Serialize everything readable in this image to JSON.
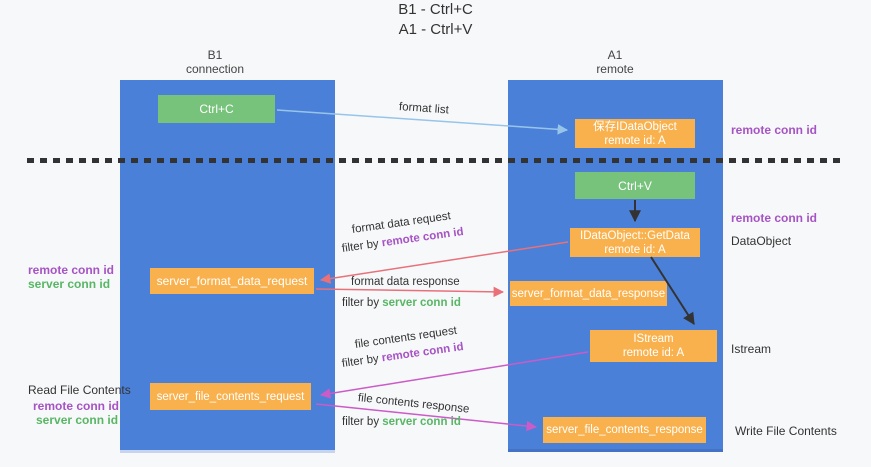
{
  "title": {
    "line1": "B1 - Ctrl+C",
    "line2": "A1 - Ctrl+V"
  },
  "lanes": {
    "left": {
      "header": [
        "B1",
        "connection"
      ]
    },
    "right": {
      "header": [
        "A1",
        "remote"
      ]
    }
  },
  "nodes": {
    "ctrl_c": {
      "label": "Ctrl+C"
    },
    "ctrl_v": {
      "label": "Ctrl+V"
    },
    "save_dataobject": {
      "line1": "保存IDataObject",
      "line2": "remote id: A"
    },
    "getdata": {
      "line1": "IDataObject::GetData",
      "line2": "remote id: A"
    },
    "istream": {
      "line1": "IStream",
      "line2": "remote id: A"
    },
    "format_request": {
      "label": "server_format_data_request"
    },
    "format_response": {
      "label": "server_format_data_response"
    },
    "file_request": {
      "label": "server_file_contents_request"
    },
    "file_response": {
      "label": "server_file_contents_response"
    }
  },
  "arrow_labels": {
    "format_list": "format list",
    "format_data_request": "format data request",
    "format_data_response": "format data response",
    "file_contents_request": "file contents request",
    "file_contents_response": "file contents response",
    "filter_prefix": "filter by ",
    "remote_conn_id": "remote conn id",
    "server_conn_id": "server conn id"
  },
  "side_labels": {
    "right_remote_conn_id_top": "remote conn id",
    "right_remote_conn_id_mid": "remote conn id",
    "dataobject": "DataObject",
    "istream": "Istream",
    "write_file_contents": "Write File Contents",
    "left_remote_conn_id_1": "remote conn id",
    "left_server_conn_id_1": "server conn id",
    "read_file_contents": "Read File Contents",
    "left_remote_conn_id_2": "remote conn id",
    "left_server_conn_id_2": "server conn id"
  },
  "colors": {
    "lane_blue": "#4a80d8",
    "node_green": "#77c37c",
    "node_orange": "#f9b14d",
    "arrow_lightblue": "#97c5ea",
    "arrow_red": "#e8717a",
    "arrow_magenta": "#ca5bc8",
    "arrow_black": "#333333",
    "text_purple": "#a653c4",
    "text_green": "#58b665"
  }
}
